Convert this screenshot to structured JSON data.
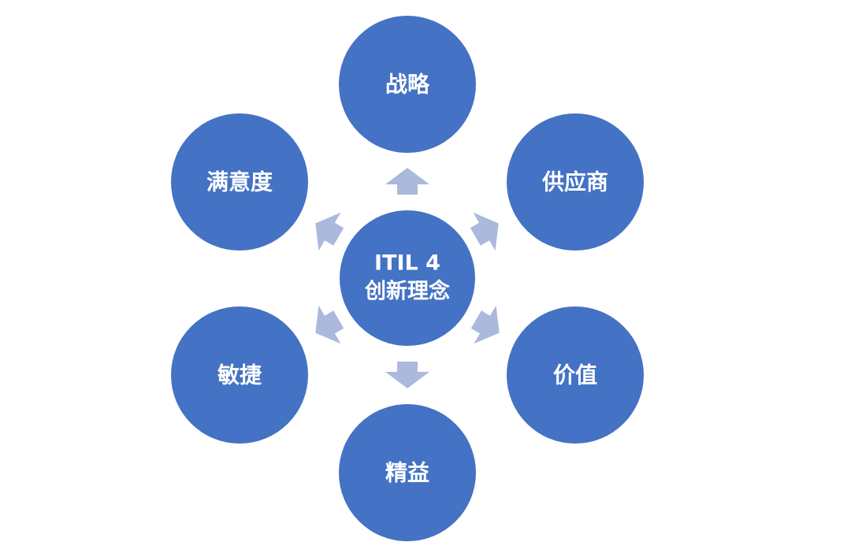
{
  "diagram": {
    "colors": {
      "circle": "#4472c4",
      "arrow": "#aab9dc",
      "text": "#ffffff",
      "background": "#ffffff"
    },
    "center": {
      "line1": "ITIL 4",
      "line2": "创新理念"
    },
    "nodes": {
      "strategy": "战略",
      "supplier": "供应商",
      "value": "价值",
      "lean": "精益",
      "agile": "敏捷",
      "satisfaction": "满意度"
    }
  }
}
